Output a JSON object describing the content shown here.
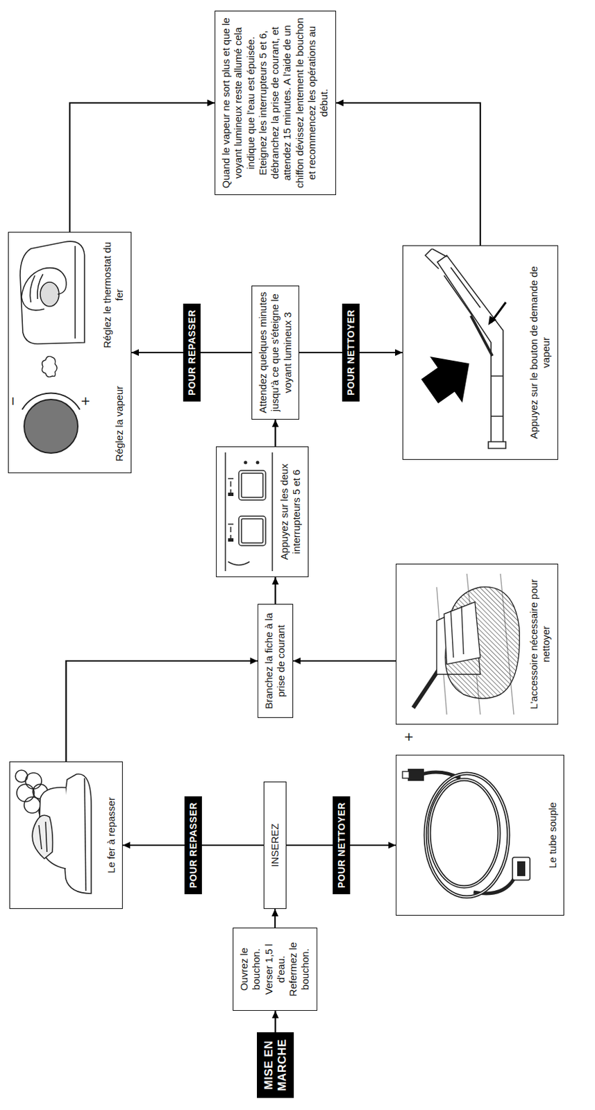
{
  "diagram": {
    "nodes": [
      {
        "text": [
          "MISE EN MARCHE"
        ]
      },
      {
        "text": [
          "Ouvrez le bouchon. Verser 1,5 l d'eau. Refermez le bouchon."
        ]
      },
      {
        "text": [
          "INSEREZ"
        ]
      },
      {
        "text": [
          "Le fer à repasser"
        ]
      },
      {
        "text": [
          "Le tube souple"
        ]
      },
      {
        "text": [
          "L'accessoire nécessaire pour nettoyer"
        ]
      },
      {
        "text": [
          "Branchez la fiche à la prise de courant"
        ]
      },
      {
        "text": [
          "Appuyez sur les deux interrupteurs 5 et 6"
        ]
      },
      {
        "text": [
          "Attendez quelques minutes jusqu'à ce que s'éteigne le voyant lumineux 3"
        ]
      },
      {
        "text": [
          "Réglez la vapeur",
          "Réglez le thermostat du fer"
        ]
      },
      {
        "text": [
          "Appuyez sur le bouton de demande de vapeur"
        ]
      },
      {
        "text": [
          "Quand le vapeur ne sort plus et que le voyant lumineux reste allumé cela indique que l'eau est épuisée. Eteignez les interrupteurs 5 et 6, débranchez la prise de courant, et attendez 15 minutes. A l'aide de un chiffon dévissez lentement le bouchon et recommencez les opérations au début."
        ]
      }
    ],
    "edges": [
      {
        "from": 0,
        "to": 1,
        "arrow": "to"
      },
      {
        "from": 1,
        "to": 2,
        "arrow": "to"
      },
      {
        "from": 2,
        "to": 3,
        "label": "POUR REPASSER",
        "arrow": "to"
      },
      {
        "from": 2,
        "to": 4,
        "label": "POUR NETTOYER",
        "arrow": "to"
      },
      {
        "from": 3,
        "to": 6,
        "arrow": "to"
      },
      {
        "from": 5,
        "to": 6,
        "arrow": "to"
      },
      {
        "from": 6,
        "to": 7,
        "arrow": "to"
      },
      {
        "from": 7,
        "to": 8,
        "arrow": "to"
      },
      {
        "from": 8,
        "to": 9,
        "label": "POUR REPASSER",
        "arrow": "to"
      },
      {
        "from": 8,
        "to": 10,
        "label": "POUR NETTOYER",
        "arrow": "to"
      },
      {
        "from": 9,
        "to": 11,
        "arrow": "to"
      },
      {
        "from": 10,
        "to": 11,
        "arrow": "to"
      }
    ],
    "labels": [
      "+",
      "+",
      "−"
    ]
  }
}
